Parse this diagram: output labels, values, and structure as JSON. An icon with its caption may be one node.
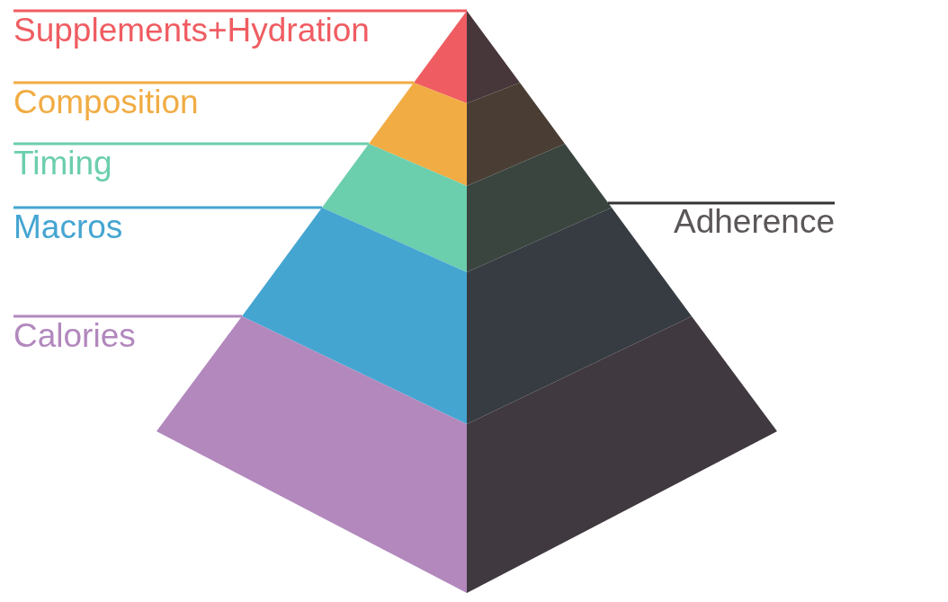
{
  "diagram": {
    "nodes": [
      {
        "text": [
          "Supplements+Hydration"
        ]
      },
      {
        "text": [
          "Composition"
        ]
      },
      {
        "text": [
          "Timing"
        ]
      },
      {
        "text": [
          "Macros"
        ]
      },
      {
        "text": [
          "Calories"
        ]
      },
      {
        "text": [
          "Adherence"
        ]
      },
      {
        "text": [],
        "shape": "triangle"
      },
      {
        "text": [],
        "shape": "trapezoid"
      },
      {
        "text": [],
        "shape": "trapezoid"
      },
      {
        "text": [],
        "shape": "trapezoid"
      },
      {
        "text": [],
        "shape": "trapezoid"
      },
      {
        "text": [],
        "shape": "polygon"
      }
    ],
    "edges": [
      {
        "from": 0,
        "to": 6,
        "arrow": "none",
        "color": "#ef5d62"
      },
      {
        "from": 1,
        "to": 7,
        "arrow": "none",
        "color": "#f1ac44"
      },
      {
        "from": 2,
        "to": 8,
        "arrow": "none",
        "color": "#6bcead"
      },
      {
        "from": 3,
        "to": 9,
        "arrow": "none",
        "color": "#45a5d1"
      },
      {
        "from": 4,
        "to": 10,
        "arrow": "none",
        "color": "#b288bd"
      },
      {
        "from": 5,
        "to": 11,
        "arrow": "none",
        "color": "#333333"
      }
    ]
  }
}
